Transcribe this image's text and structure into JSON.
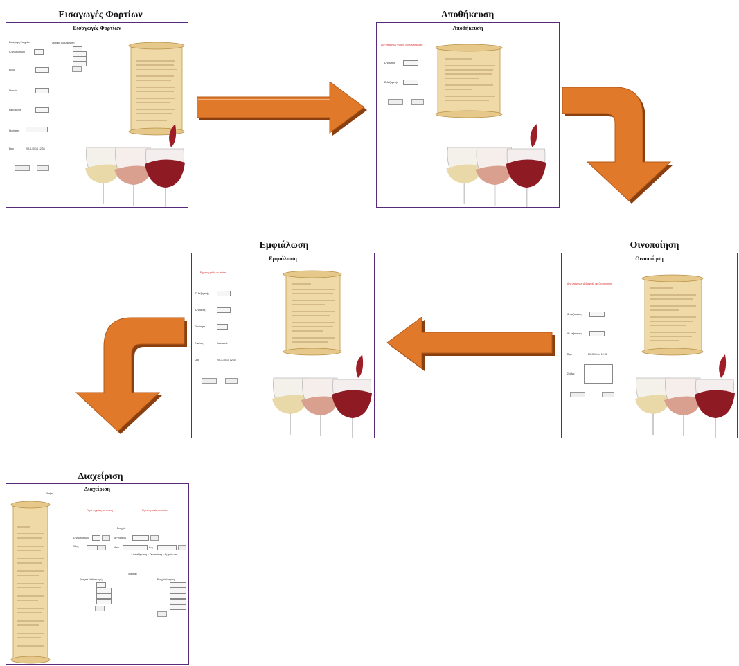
{
  "steps": [
    {
      "title": "Εισαγωγές Φορτίων",
      "panel_title": "Εισαγωγές Φορτίων"
    },
    {
      "title": "Αποθήκευση",
      "panel_title": "Αποθήκευση"
    },
    {
      "title": "Οινοποίηση",
      "panel_title": "Οινοποίηση"
    },
    {
      "title": "Εμφιάλωση",
      "panel_title": "Εμφιάλωση"
    },
    {
      "title": "Διαχείριση",
      "panel_title": "Διαχείριση"
    }
  ],
  "colors": {
    "arrow": "#e07a2a",
    "arrow_shadow": "#8a3f10",
    "panel_border": "#5a2a7a",
    "scroll": "#efd9a6",
    "red_text": "#d81c1c"
  }
}
